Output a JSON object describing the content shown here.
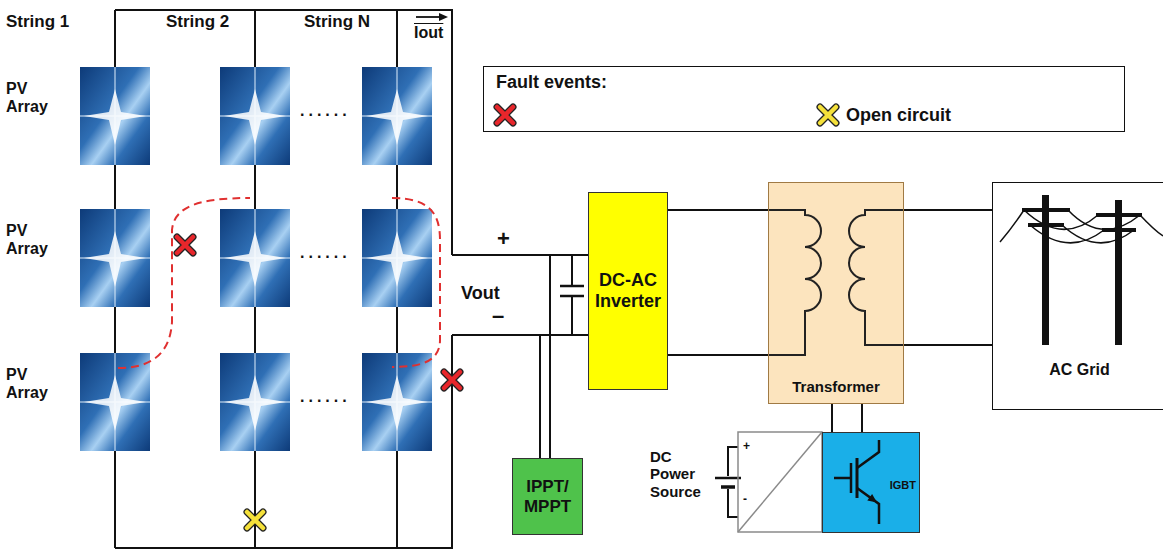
{
  "diagram": {
    "nodes": [
      {
        "text": [
          "Fault events:"
        ]
      },
      {
        "text": [
          "DC-AC Inverter"
        ]
      },
      {
        "text": [
          "Transformer"
        ]
      },
      {
        "text": [
          "AC Grid"
        ]
      },
      {
        "text": [
          "IPPT/ MPPT"
        ]
      },
      {
        "text": [
          "IGBT"
        ]
      }
    ],
    "edges": [
      {
        "from": 1,
        "to": 2,
        "arrow": "none"
      },
      {
        "from": 2,
        "to": 3,
        "arrow": "none"
      },
      {
        "from": 5,
        "to": 2,
        "arrow": "none"
      }
    ],
    "labels": [
      "String 1",
      "String 2",
      "String N",
      "Iout",
      "PV Array",
      "PV Array",
      "PV Array",
      "......",
      "......",
      "......",
      "+",
      "Vout",
      "–",
      "DC Power Source",
      "+",
      "-"
    ],
    "legend": [
      {
        "text": "Open circuit"
      }
    ]
  }
}
